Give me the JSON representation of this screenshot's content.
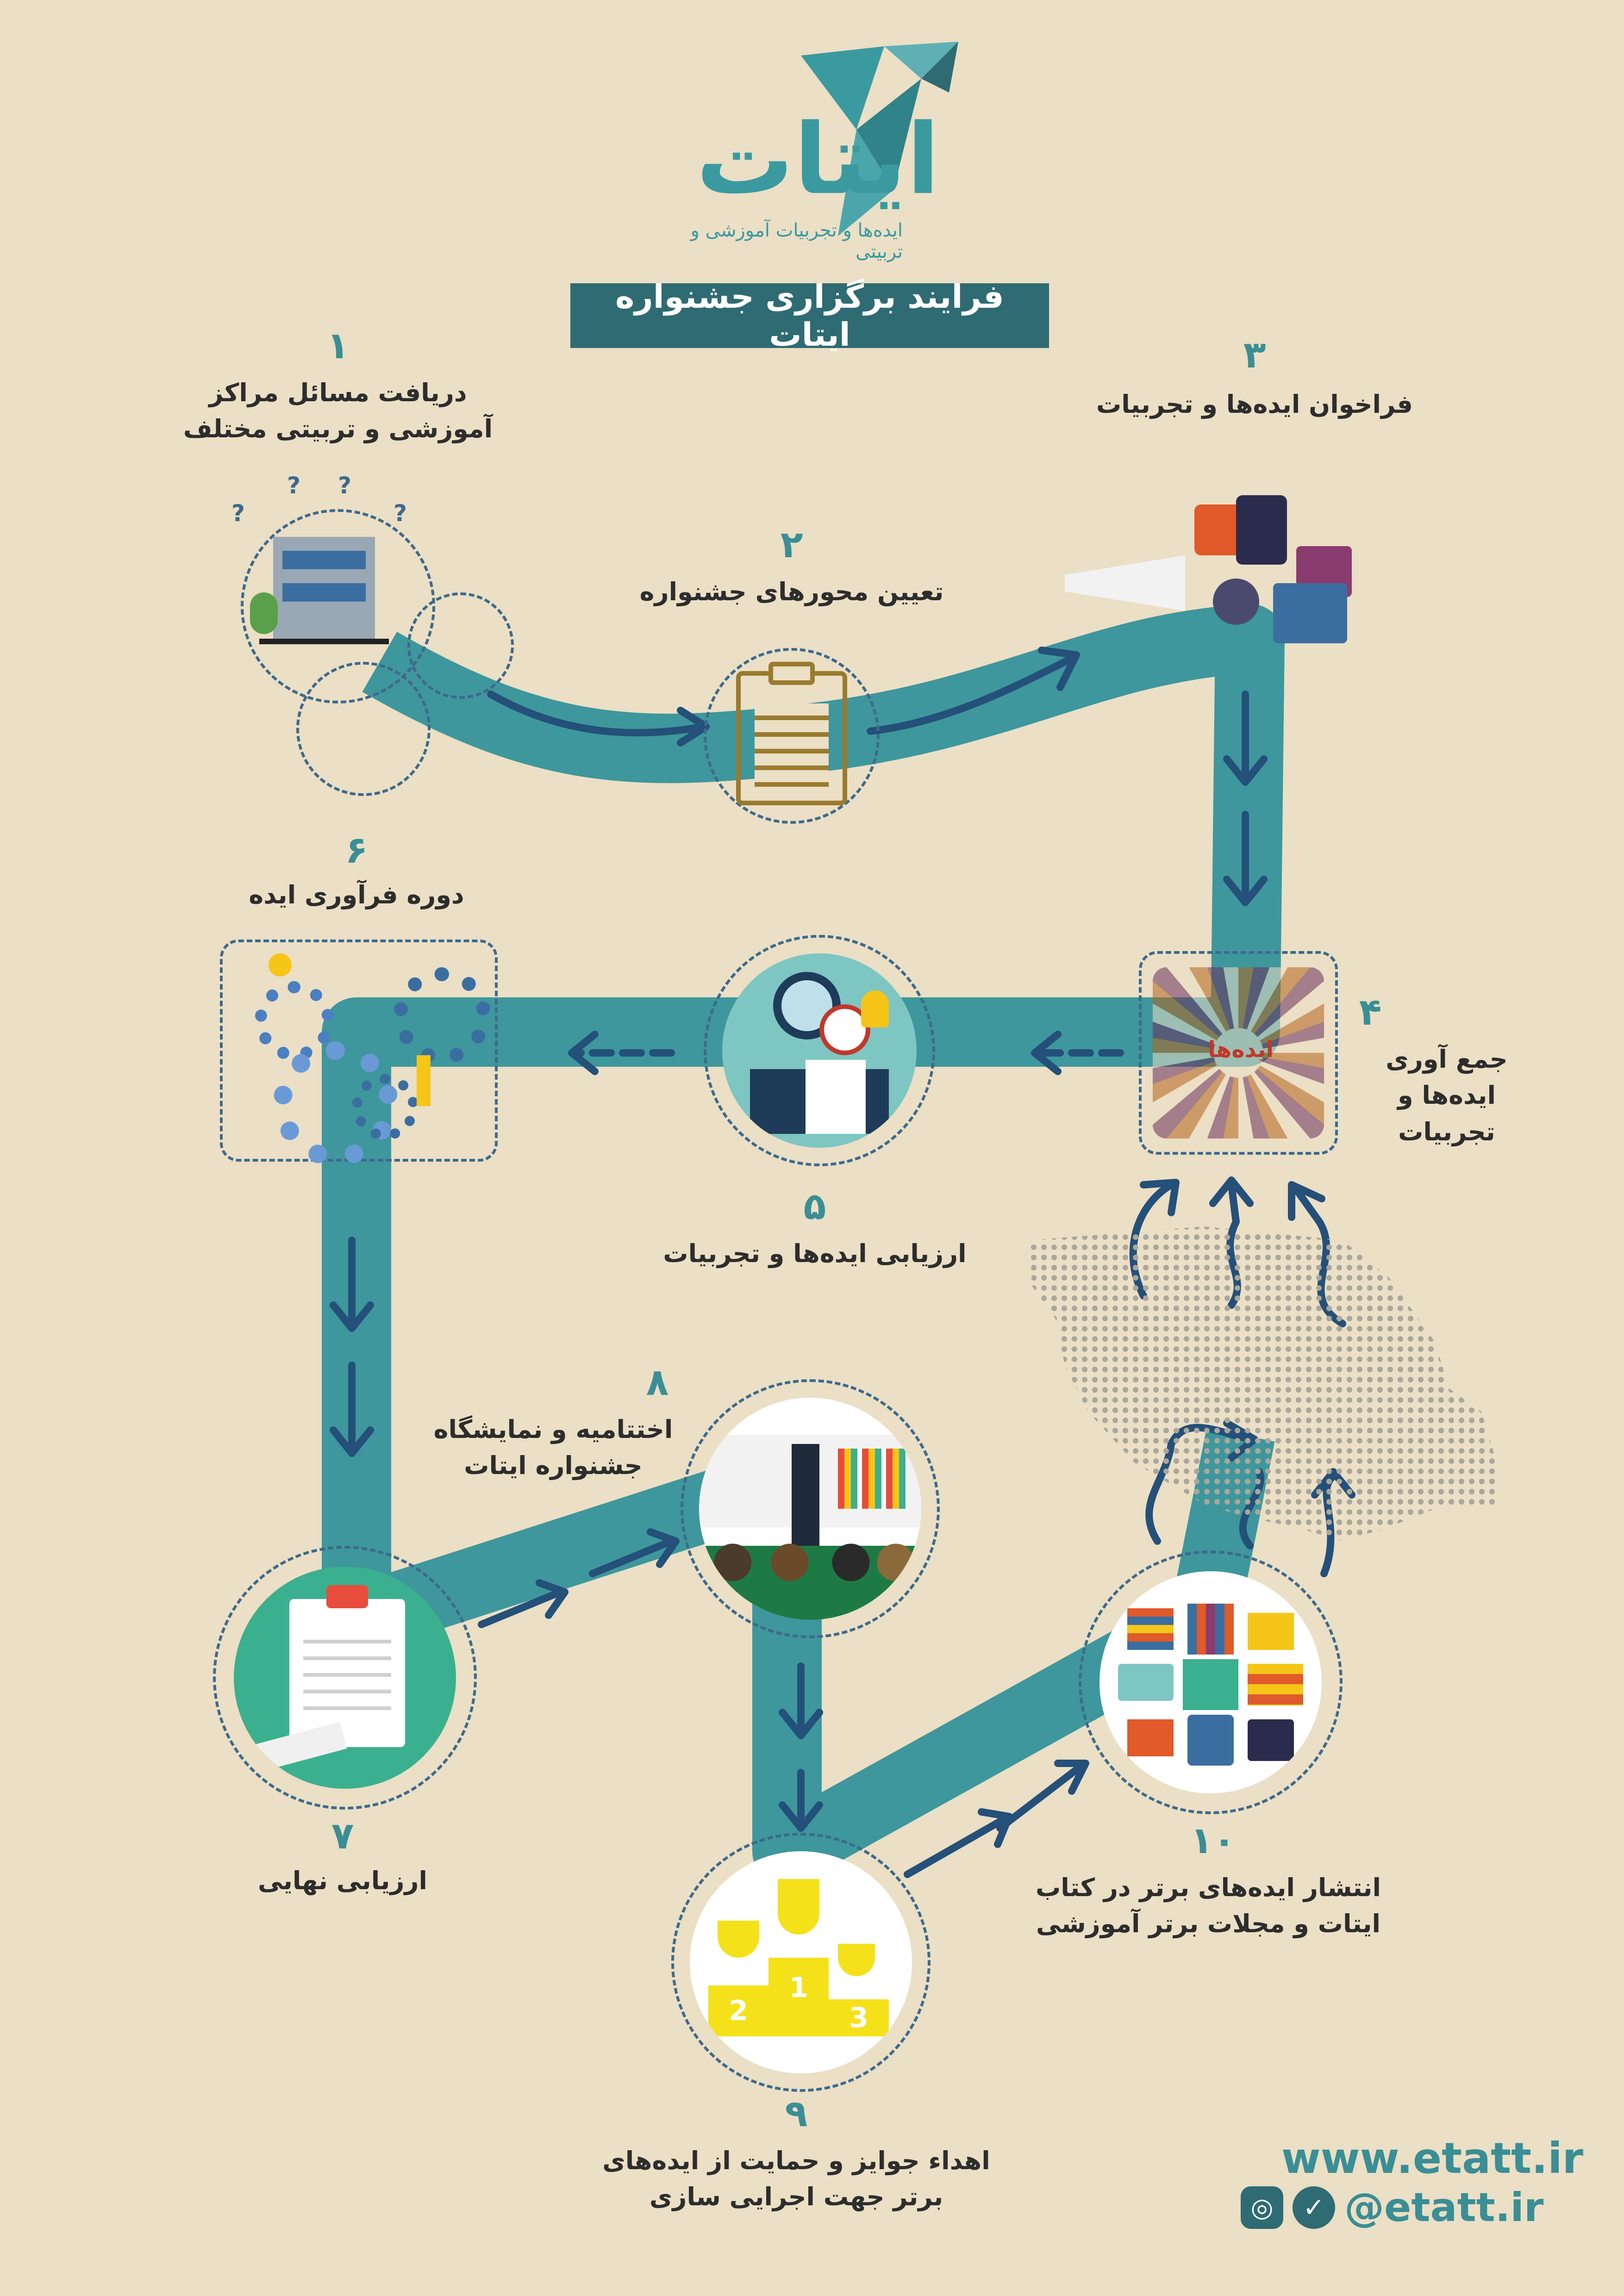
{
  "brand": {
    "name": "ایتات",
    "tagline": "ایده‌ها و تجربیات آموزشی و تربیتی",
    "color": "#3a9aa0"
  },
  "title": "فرایند برگزاری جشنواره ایتات",
  "steps": [
    {
      "num": "۱",
      "label": "دریافت مسائل مراکز آموزشی و تربیتی مختلف",
      "icon": "school-building-icon"
    },
    {
      "num": "۲",
      "label": "تعیین محورهای جشنواره",
      "icon": "clipboard-checklist-icon"
    },
    {
      "num": "۳",
      "label": "فراخوان ایده‌ها و تجربیات",
      "icon": "megaphone-icon"
    },
    {
      "num": "۴",
      "label": "جمع آوری ایده‌ها و تجربیات",
      "icon": "ideas-collage-icon",
      "inner": "ایده‌ها"
    },
    {
      "num": "۵",
      "label": "ارزیابی ایده‌ها و تجربیات",
      "icon": "magnifier-evaluation-icon"
    },
    {
      "num": "۶",
      "label": "دوره فرآوری ایده",
      "icon": "gears-team-icon"
    },
    {
      "num": "۷",
      "label": "ارزیابی نهایی",
      "icon": "checklist-pen-icon"
    },
    {
      "num": "۸",
      "label": "اختتامیه و نمایشگاه جشنواره ایتات",
      "icon": "presentation-audience-icon"
    },
    {
      "num": "۹",
      "label": "اهداء جوایز و حمایت از ایده‌های برتر جهت اجرایی سازی",
      "icon": "trophy-podium-icon"
    },
    {
      "num": "۱۰",
      "label": "انتشار ایده‌های برتر در کتاب ایتات و مجلات برتر آموزشی",
      "icon": "books-magazines-icon"
    }
  ],
  "podium": [
    "2",
    "1",
    "3"
  ],
  "footer": {
    "website": "www.etatt.ir",
    "handle": "@etatt.ir",
    "icons": [
      "instagram-icon",
      "telegram-icon"
    ]
  },
  "colors": {
    "background": "#ebdfc5",
    "path": "#3e979c",
    "title_bg": "#2f6b73",
    "arrow": "#24507a",
    "number": "#3a8e95"
  }
}
